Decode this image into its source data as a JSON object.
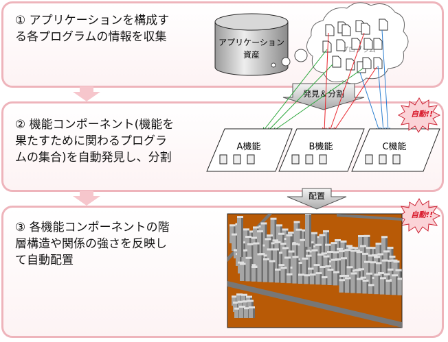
{
  "step1": {
    "lines": [
      "① アプリケーションを構成す",
      "る各プログラムの情報を収集"
    ]
  },
  "step2": {
    "lines": [
      "② 機能コンポーネント(機能を",
      "果たすために関わるプログラ",
      "ムの集合)を自動発見し、分割"
    ]
  },
  "step3": {
    "lines": [
      "③ 各機能コンポーネントの階",
      "層構造や関係の強さを反映し",
      "て自動配置"
    ]
  },
  "assets": {
    "line1": "アプリケーション",
    "line2": "資産"
  },
  "cloud_label": "プログラム",
  "discover_arrow": "発見＆分割",
  "place_arrow": "配置",
  "auto_badge": "自動!!",
  "functions": [
    "A機能",
    "B機能",
    "C機能"
  ],
  "colors": {
    "panel_border": "#eeb4bb",
    "arrow_a": "#2aa63a",
    "arrow_b": "#e8232a",
    "arrow_c": "#2b7fd0",
    "city_ground": "#b85a06",
    "badge": "#d8182a"
  }
}
